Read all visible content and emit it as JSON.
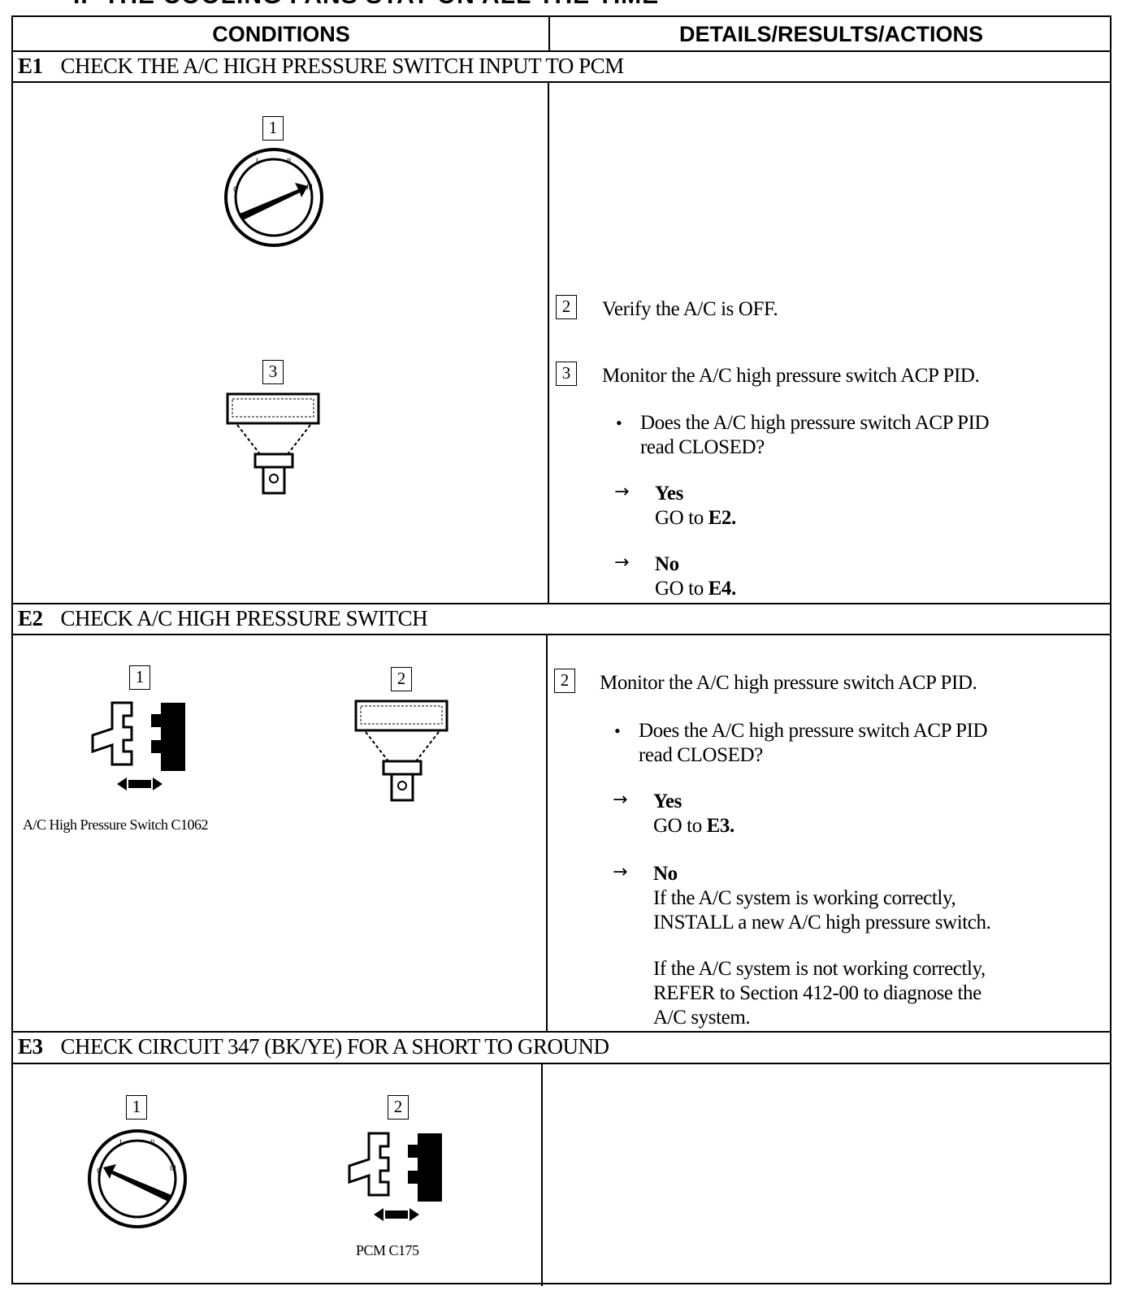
{
  "page_header": "IF THE COOLING FANS STAY ON ALL THE TIME",
  "table_header": {
    "conditions": "CONDITIONS",
    "details": "DETAILS/RESULTS/ACTIONS"
  },
  "sections": [
    {
      "id": "E1",
      "title": "CHECK THE A/C HIGH PRESSURE SWITCH INPUT TO PCM",
      "condition_steps": [
        "1",
        "3"
      ],
      "icons": [
        "ignition-switch-on-icon",
        "scan-tool-icon"
      ],
      "detail_steps": [
        {
          "num": "2",
          "text": "Verify the A/C is OFF."
        },
        {
          "num": "3",
          "text": "Monitor the A/C high pressure switch ACP PID."
        }
      ],
      "question_lines": [
        "Does the A/C high pressure switch ACP PID",
        "read CLOSED?"
      ],
      "yes": {
        "label": "Yes",
        "action_prefix": "GO to ",
        "target": "E2."
      },
      "no": {
        "label": "No",
        "action_prefix": "GO to ",
        "target": "E4."
      }
    },
    {
      "id": "E2",
      "title": "CHECK A/C HIGH PRESSURE SWITCH",
      "condition_steps": [
        "1",
        "2"
      ],
      "icons": [
        "connector-disconnect-icon",
        "scan-tool-icon"
      ],
      "caption": "A/C High Pressure Switch C1062",
      "detail_steps": [
        {
          "num": "2",
          "text": "Monitor the A/C high pressure switch ACP PID."
        }
      ],
      "question_lines": [
        "Does the A/C high pressure switch ACP PID",
        "read CLOSED?"
      ],
      "yes": {
        "label": "Yes",
        "action_prefix": "GO to ",
        "target": "E3."
      },
      "no": {
        "label": "No",
        "lines_1": [
          "If the A/C system is working correctly,",
          "INSTALL a new A/C high pressure switch."
        ],
        "lines_2": [
          "If the A/C system is not working correctly,",
          "REFER to  Section 412-00  to diagnose the",
          "A/C system."
        ]
      }
    },
    {
      "id": "E3",
      "title": "CHECK CIRCUIT 347 (BK/YE) FOR A SHORT TO GROUND",
      "condition_steps": [
        "1",
        "2"
      ],
      "icons": [
        "ignition-switch-off-icon",
        "connector-disconnect-icon"
      ],
      "caption": "PCM C175"
    }
  ]
}
